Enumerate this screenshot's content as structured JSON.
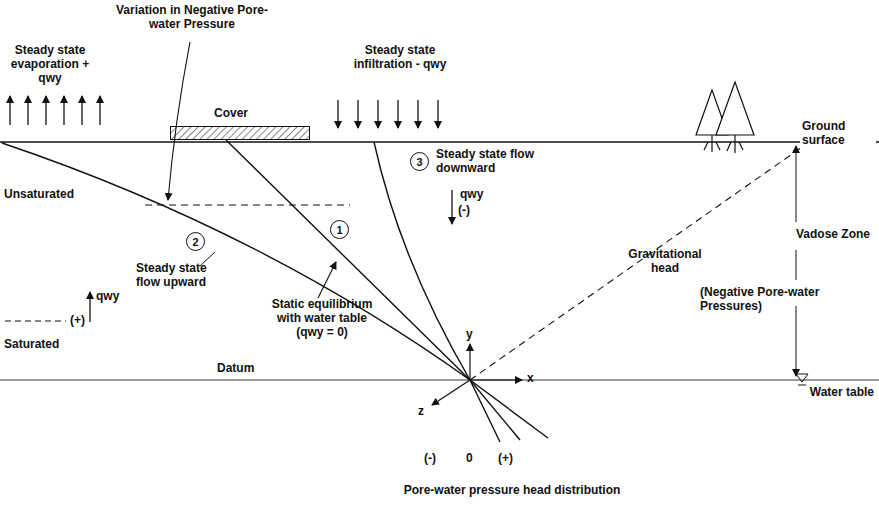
{
  "diagram": {
    "nodes": [
      {
        "text": [
          "Cover"
        ]
      },
      {
        "text": [
          "3"
        ]
      },
      {
        "text": [
          "2"
        ]
      },
      {
        "text": [
          "1"
        ]
      }
    ],
    "labels": [
      "Variation in Negative Pore-water Pressure",
      "Steady state evaporation + qwy",
      "Steady state infiltration - qwy",
      "Ground surface",
      "Steady state flow downward",
      "qwy",
      "(-)",
      "Unsaturated",
      "Steady state flow upward",
      "qwy",
      "(+)",
      "Static equilibrium with water table (qwy = 0)",
      "Gravitational head",
      "Vadose Zone",
      "(Negative Pore-water Pressures)",
      "Saturated",
      "Datum",
      "Water table",
      "y",
      "x",
      "z",
      "(-)",
      "0",
      "(+)",
      "Pore-water pressure head distribution"
    ]
  }
}
